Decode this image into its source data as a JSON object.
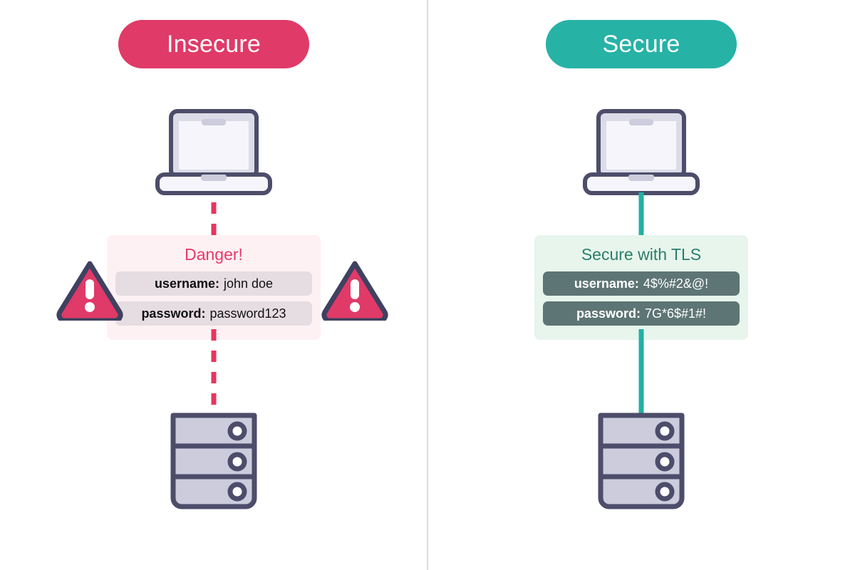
{
  "diagram": {
    "title_insecure": "Insecure",
    "title_secure": "Secure",
    "colors": {
      "insecure_badge": "#e03a68",
      "secure_badge": "#27b2a6",
      "danger_text": "#e8396a",
      "tls_text": "#2c7d6d",
      "dashed_line": "#e8355f",
      "solid_line": "#22b0a4",
      "outline_navy": "#4d4d6b",
      "device_fill": "#ccccdd",
      "screen_fill": "#f5f5fb",
      "danger_panel_bg": "#fdf1f4",
      "safe_panel_bg": "#e7f5ec",
      "danger_pill_bg": "#e6dde2",
      "safe_pill_bg": "#5d7574",
      "divider": "#dcdcdc"
    },
    "left": {
      "badge_label": "Insecure",
      "panel_heading": "Danger!",
      "credentials": [
        {
          "label": "username:",
          "value": "john doe"
        },
        {
          "label": "password:",
          "value": "password123"
        }
      ],
      "connector_style": "dashed",
      "icons": [
        "warning-triangle-icon",
        "warning-triangle-icon"
      ],
      "devices": [
        "laptop-icon",
        "server-icon"
      ]
    },
    "right": {
      "badge_label": "Secure",
      "panel_heading": "Secure with TLS",
      "credentials": [
        {
          "label": "username:",
          "value": "4$%#2&@!"
        },
        {
          "label": "password:",
          "value": "7G*6$#1#!"
        }
      ],
      "connector_style": "solid",
      "icons": [
        "shield-icon",
        "padlock-icon"
      ],
      "devices": [
        "laptop-icon",
        "server-icon"
      ]
    }
  }
}
